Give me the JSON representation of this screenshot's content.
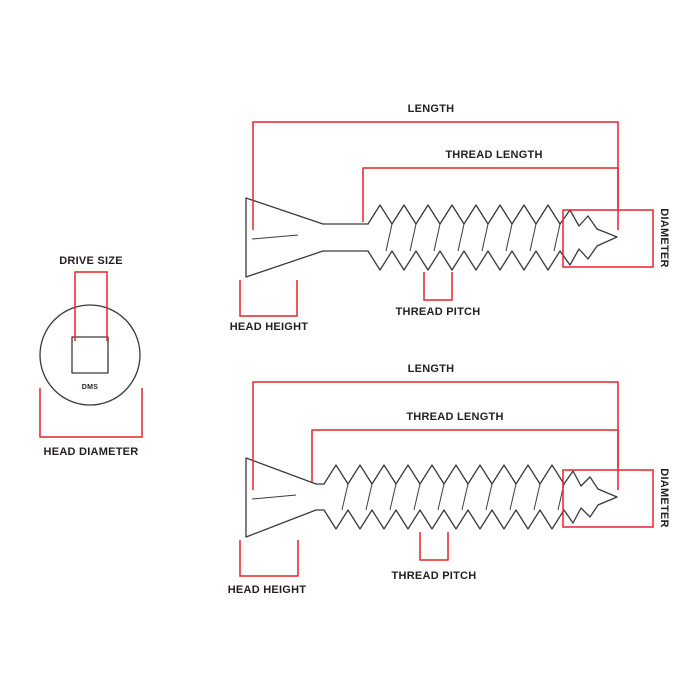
{
  "colors": {
    "dimension_red": "#e8242c",
    "drawing_ink": "#3a3a3a",
    "background": "#ffffff"
  },
  "head_view": {
    "drive_size": "DRIVE SIZE",
    "head_diameter": "HEAD DIAMETER",
    "dms": "DMS"
  },
  "top_screw": {
    "length": "LENGTH",
    "thread_length": "THREAD LENGTH",
    "diameter": "DIAMETER",
    "head_height": "HEAD HEIGHT",
    "thread_pitch": "THREAD PITCH"
  },
  "bottom_screw": {
    "length": "LENGTH",
    "thread_length": "THREAD LENGTH",
    "diameter": "DIAMETER",
    "head_height": "HEAD HEIGHT",
    "thread_pitch": "THREAD PITCH"
  }
}
